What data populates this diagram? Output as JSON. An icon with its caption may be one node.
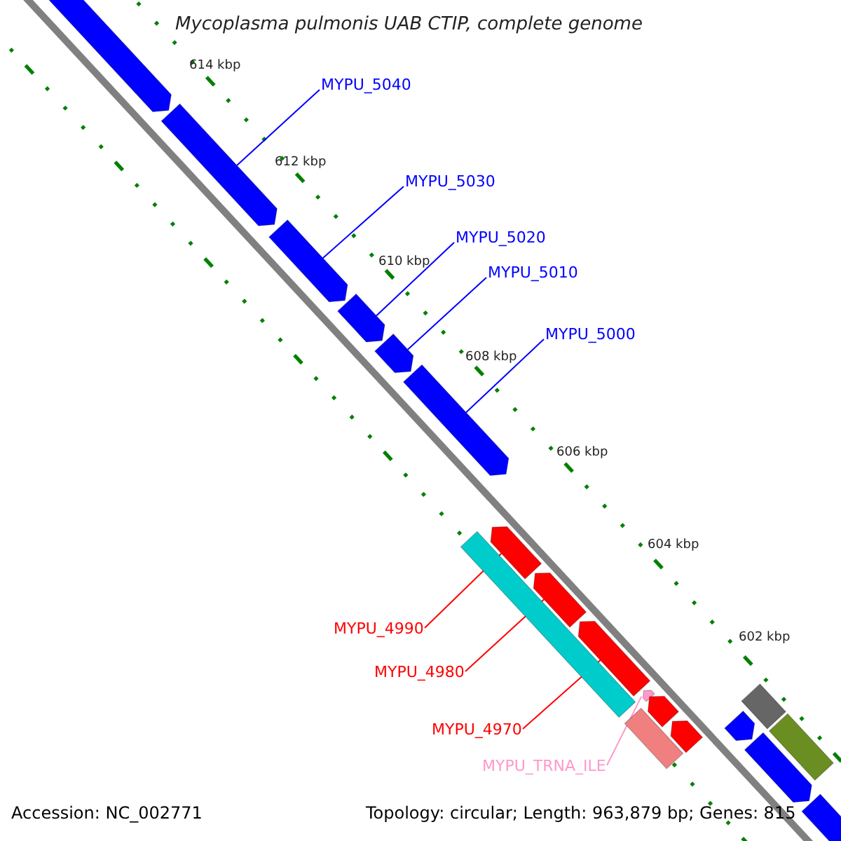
{
  "diagram": {
    "title": "Mycoplasma pulmonis UAB CTIP, complete genome",
    "nodes": [
      {
        "text": [],
        "shape": "arrow"
      },
      {
        "text": [],
        "shape": "arrow"
      },
      {
        "text": [],
        "shape": "arrow"
      },
      {
        "text": [],
        "shape": "arrow"
      },
      {
        "text": [],
        "shape": "arrow"
      },
      {
        "text": [],
        "shape": "arrow"
      },
      {
        "text": [],
        "shape": "arrow"
      },
      {
        "text": [],
        "shape": "arrow"
      },
      {
        "text": [],
        "shape": "arrow"
      },
      {
        "text": [],
        "shape": "bar"
      },
      {
        "text": [],
        "shape": "arrow"
      },
      {
        "text": [],
        "shape": "arrow"
      },
      {
        "text": [],
        "shape": "bar"
      },
      {
        "text": [],
        "shape": "arrow"
      },
      {
        "text": [],
        "shape": "bar"
      },
      {
        "text": [],
        "shape": "arrow"
      },
      {
        "text": [],
        "shape": "bar"
      },
      {
        "text": [],
        "shape": "arrow"
      },
      {
        "text": [],
        "shape": "arrow"
      },
      {
        "text": [
          "MYPU_5040"
        ]
      },
      {
        "text": [
          "MYPU_5030"
        ]
      },
      {
        "text": [
          "MYPU_5020"
        ]
      },
      {
        "text": [
          "MYPU_5010"
        ]
      },
      {
        "text": [
          "MYPU_5000"
        ]
      },
      {
        "text": [
          "MYPU_4990"
        ]
      },
      {
        "text": [
          "MYPU_4980"
        ]
      },
      {
        "text": [
          "MYPU_4970"
        ]
      },
      {
        "text": [
          "MYPU_TRNA_ILE"
        ]
      }
    ],
    "edges": [
      {
        "from": 19,
        "to": 1,
        "arrow": "none"
      },
      {
        "from": 20,
        "to": 2,
        "arrow": "none"
      },
      {
        "from": 21,
        "to": 3,
        "arrow": "none"
      },
      {
        "from": 22,
        "to": 4,
        "arrow": "none"
      },
      {
        "from": 23,
        "to": 5,
        "arrow": "none"
      },
      {
        "from": 24,
        "to": 6,
        "arrow": "none",
        "color": "#ff0000"
      },
      {
        "from": 25,
        "to": 7,
        "arrow": "none",
        "color": "#ff0000"
      },
      {
        "from": 26,
        "to": 8,
        "arrow": "none",
        "color": "#ff0000"
      },
      {
        "from": 27,
        "to": 10,
        "arrow": "none",
        "color": "#ff99cc"
      }
    ],
    "labels": [
      "614 kbp",
      "612 kbp",
      "610 kbp",
      "608 kbp",
      "606 kbp",
      "604 kbp",
      "602 kbp",
      "Accession: NC_002771",
      "Topology: circular; Length: 963,879 bp; Genes: 815"
    ]
  }
}
